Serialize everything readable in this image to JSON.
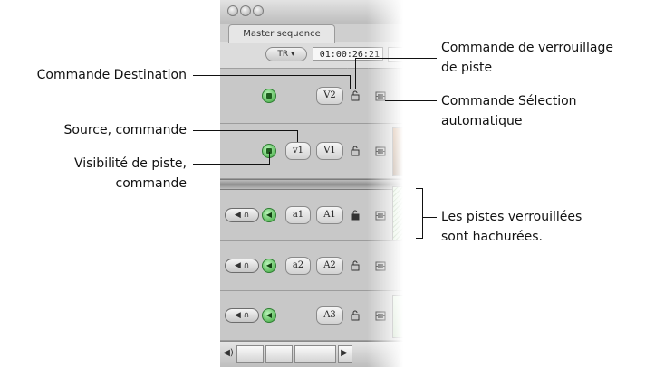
{
  "window": {
    "tab_label": "Master sequence",
    "tr_button": "TR ▾",
    "timecode": "01:00:26:21"
  },
  "tracks": {
    "video": [
      {
        "dest": "V2",
        "source": ""
      },
      {
        "dest": "V1",
        "source": "v1"
      }
    ],
    "audio": [
      {
        "dest": "A1",
        "source": "a1"
      },
      {
        "dest": "A2",
        "source": "a2"
      },
      {
        "dest": "A3",
        "source": ""
      }
    ],
    "audio_ctl": "◀ ∩"
  },
  "callouts": {
    "destination": "Commande Destination",
    "source": "Source, commande",
    "visibility_l1": "Visibilité de piste,",
    "visibility_l2": "commande",
    "lock_l1": "Commande de verrouillage",
    "lock_l2": "de piste",
    "autoselect_l1": "Commande Sélection",
    "autoselect_l2": "automatique",
    "hatched_l1": "Les pistes verrouillées",
    "hatched_l2": "sont hachurées."
  },
  "colors": {
    "visibility_green": "#3aa43a",
    "hatch_green": "#7aa36f"
  },
  "icons": [
    "visibility-icon",
    "lock-icon",
    "auto-select-icon",
    "speaker-icon",
    "headphones-icon"
  ]
}
